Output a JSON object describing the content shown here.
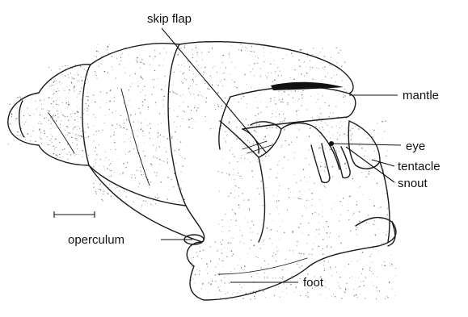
{
  "diagram": {
    "labels": {
      "skip_flap": "skip flap",
      "mantle": "mantle",
      "eye": "eye",
      "tentacle": "tentacle",
      "snout": "snout",
      "operculum": "operculum",
      "foot": "foot"
    }
  }
}
